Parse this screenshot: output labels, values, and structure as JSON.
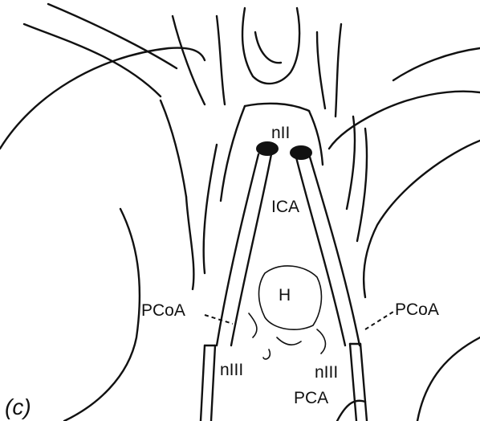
{
  "figure": {
    "panel_label": "(c)",
    "labels": {
      "optic_nerve": "nII",
      "ica": "ICA",
      "h": "H",
      "pcoa_left": "PCoA",
      "pcoa_right": "PCoA",
      "oculomotor_left": "nIII",
      "oculomotor_right": "nIII",
      "pca": "PCA"
    }
  }
}
